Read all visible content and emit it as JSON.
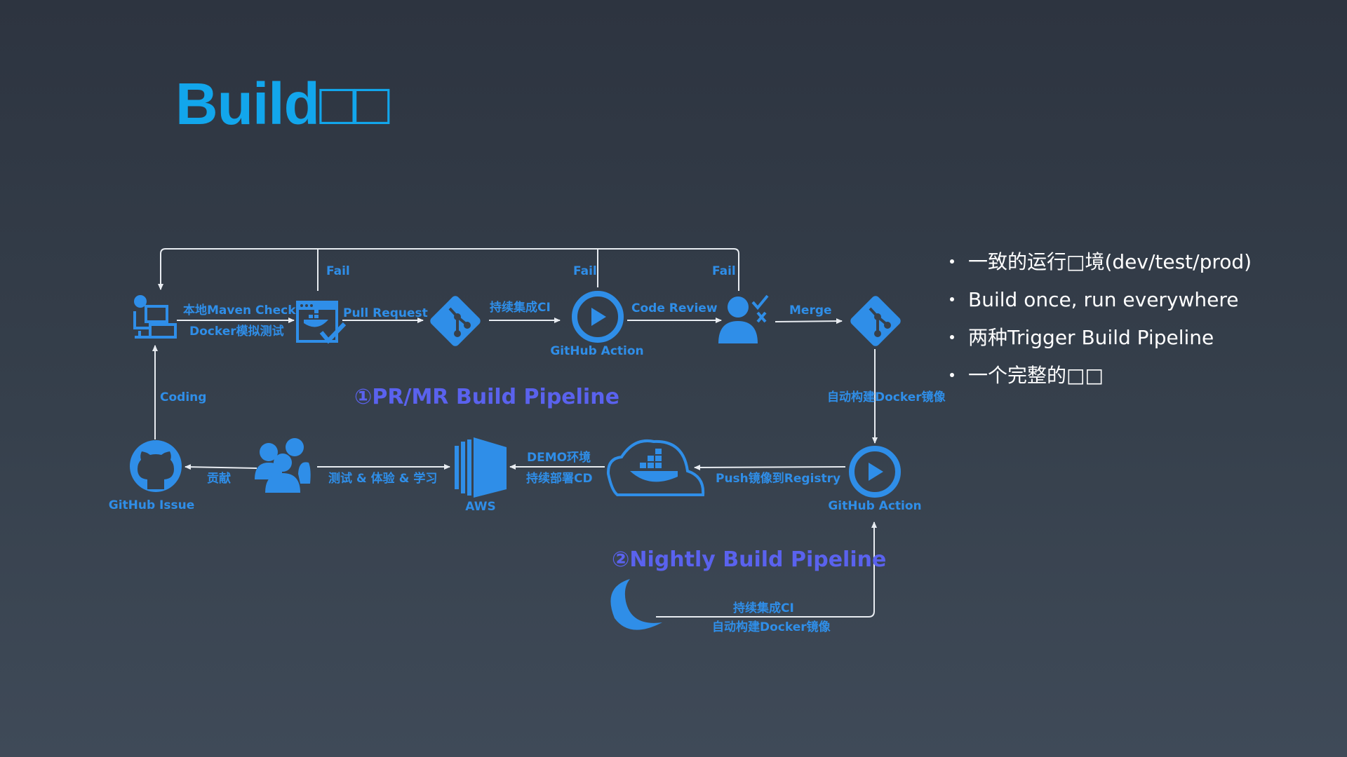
{
  "slide": {
    "title": "Build□□",
    "bullets": [
      "一致的运行□境(dev/test/prod)",
      "Build once, run everywhere",
      "两种Trigger Build Pipeline",
      "一个完整的□□"
    ]
  },
  "diagram": {
    "fail_labels": [
      "Fail",
      "Fail",
      "Fail"
    ],
    "local_check": "本地Maven Check",
    "docker_test": "Docker模拟测试",
    "pull_request": "Pull Request",
    "ci": "持续集成CI",
    "code_review": "Code Review",
    "merge": "Merge",
    "github_action_top": "GitHub Action",
    "pipeline1_title": "①PR/MR Build Pipeline",
    "auto_docker": "自动构建Docker镜像",
    "coding": "Coding",
    "github_issue": "GitHub Issue",
    "contribute": "贡献",
    "test_learn": "测试 & 体验 & 学习",
    "aws": "AWS",
    "demo_env": "DEMO环境",
    "cd_deploy": "持续部署CD",
    "push_registry": "Push镜像到Registry",
    "github_action_bottom": "GitHub Action",
    "pipeline2_title": "②Nightly Build Pipeline",
    "nightly_ci": "持续集成CI",
    "nightly_docker": "自动构建Docker镜像"
  },
  "colors": {
    "title": "#12a6ec",
    "icon_blue": "#2f8ee8",
    "pipeline_title": "#5a62ee",
    "arrow": "#e8ecf1",
    "bullet_text": "#ffffff"
  },
  "icons": [
    "developer-desk-icon",
    "docker-browser-check-icon",
    "git-icon",
    "play-icon",
    "reviewer-icon",
    "github-icon",
    "users-group-icon",
    "aws-icon",
    "docker-cloud-icon",
    "moon-icon"
  ]
}
